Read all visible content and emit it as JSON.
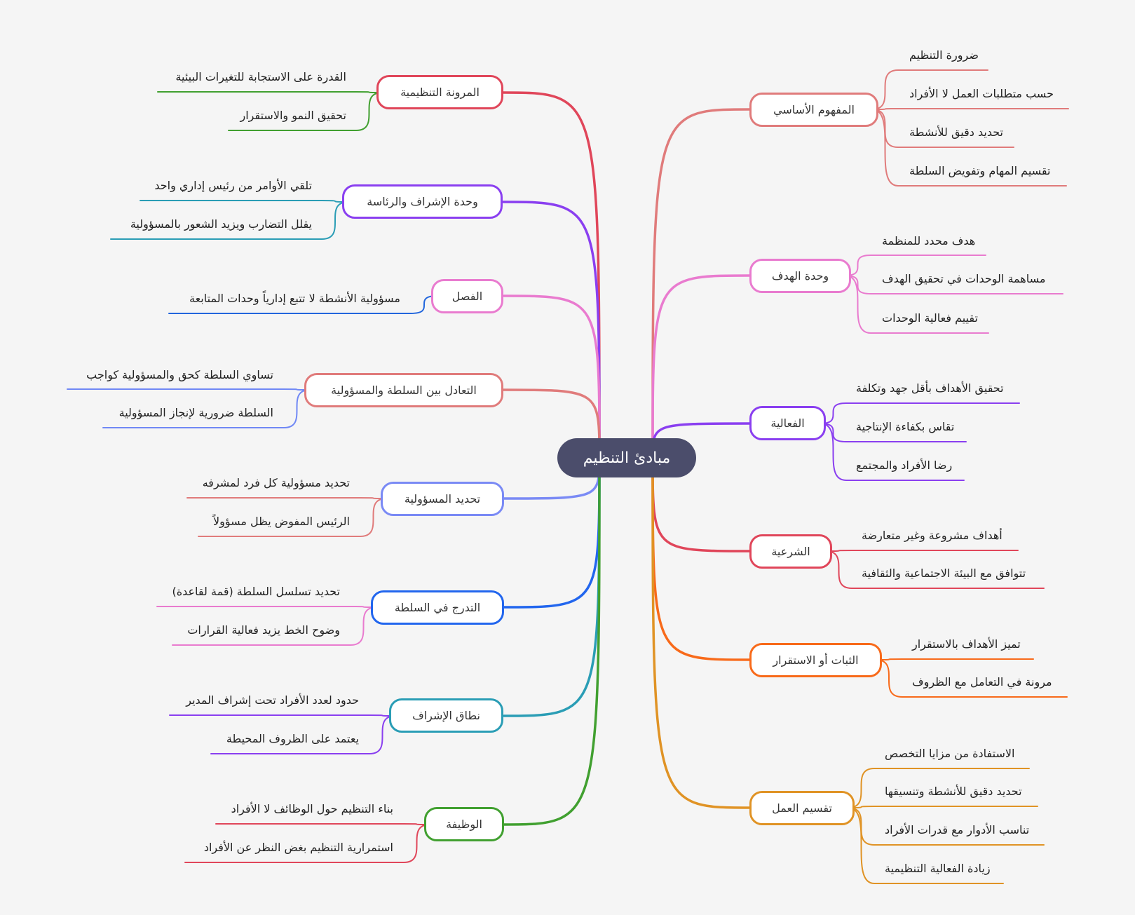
{
  "root": {
    "label": "مبادئ التنظيم",
    "color": "#4b4d6b"
  },
  "right_branches": [
    {
      "label": "المفهوم الأساسي",
      "color": "#e07b7b",
      "children": [
        "ضرورة التنظيم",
        "حسب متطلبات العمل لا الأفراد",
        "تحديد دقيق للأنشطة",
        "تقسيم المهام وتفويض السلطة"
      ]
    },
    {
      "label": "وحدة الهدف",
      "color": "#e97bcf",
      "children": [
        "هدف محدد للمنظمة",
        "مساهمة الوحدات في تحقيق الهدف",
        "تقييم فعالية الوحدات"
      ]
    },
    {
      "label": "الفعالية",
      "color": "#8a3ff0",
      "children": [
        "تحقيق الأهداف بأقل جهد وتكلفة",
        "تقاس بكفاءة الإنتاجية",
        "رضا الأفراد والمجتمع"
      ]
    },
    {
      "label": "الشرعية",
      "color": "#e0465a",
      "children": [
        "أهداف مشروعة وغير متعارضة",
        "تتوافق مع البيئة الاجتماعية والثقافية"
      ]
    },
    {
      "label": "الثبات أو الاستقرار",
      "color": "#f86a1a",
      "children": [
        "تميز الأهداف بالاستقرار",
        "مرونة في التعامل مع الظروف"
      ]
    },
    {
      "label": "تقسيم العمل",
      "color": "#e09325",
      "children": [
        "الاستفادة من مزايا التخصص",
        "تحديد دقيق للأنشطة وتنسيقها",
        "تناسب الأدوار مع قدرات الأفراد",
        "زيادة الفعالية التنظيمية"
      ]
    }
  ],
  "left_branches": [
    {
      "label": "المرونة التنظيمية",
      "color": "#e0465a",
      "child_color": "#41a030",
      "children": [
        "القدرة على الاستجابة للتغيرات البيئية",
        "تحقيق النمو والاستقرار"
      ]
    },
    {
      "label": "وحدة الإشراف والرئاسة",
      "color": "#8a3ff0",
      "child_color": "#2a9db5",
      "children": [
        "تلقي الأوامر من رئيس إداري واحد",
        "يقلل التضارب ويزيد الشعور بالمسؤولية"
      ]
    },
    {
      "label": "الفصل",
      "color": "#e97bcf",
      "child_color": "#2266dd",
      "children": [
        "مسؤولية الأنشطة لا تتبع إدارياً وحدات المتابعة"
      ]
    },
    {
      "label": "التعادل بين السلطة والمسؤولية",
      "color": "#e07b7b",
      "child_color": "#7088f5",
      "children": [
        "تساوي السلطة كحق والمسؤولية كواجب",
        "السلطة ضرورية لإنجاز المسؤولية"
      ]
    },
    {
      "label": "تحديد المسؤولية",
      "color": "#7a8af5",
      "child_color": "#e07b7b",
      "children": [
        "تحديد مسؤولية كل فرد لمشرفه",
        "الرئيس المفوض يظل مسؤولاً"
      ]
    },
    {
      "label": "التدرج في السلطة",
      "color": "#2266ee",
      "child_color": "#e97bcf",
      "children": [
        "تحديد تسلسل السلطة (قمة لقاعدة)",
        "وضوح الخط يزيد فعالية القرارات"
      ]
    },
    {
      "label": "نطاق الإشراف",
      "color": "#2a9db5",
      "child_color": "#8a3ff0",
      "children": [
        "حدود لعدد الأفراد تحت إشراف المدير",
        "يعتمد على الظروف المحيطة"
      ]
    },
    {
      "label": "الوظيفة",
      "color": "#41a030",
      "child_color": "#e0465a",
      "children": [
        "بناء التنظيم حول الوظائف لا الأفراد",
        "استمرارية التنظيم بغض النظر عن الأفراد"
      ]
    }
  ]
}
